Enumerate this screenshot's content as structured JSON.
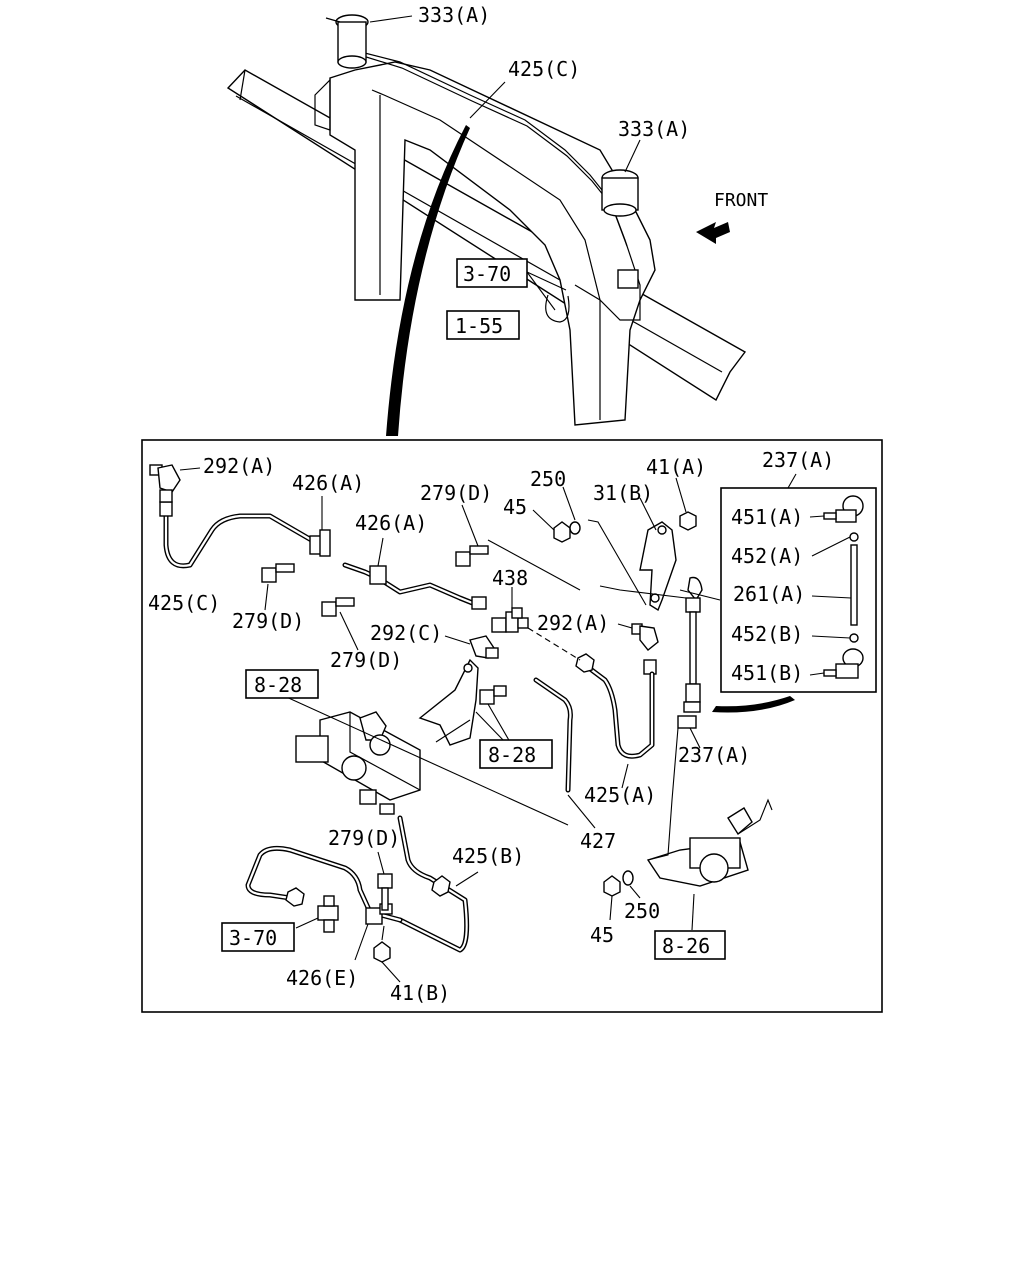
{
  "top_view": {
    "labels": {
      "sensor_top_left": "333(A)",
      "pipe_top": "425(C)",
      "sensor_right": "333(A)",
      "front_text": "FRONT",
      "ref_3_70": "3-70",
      "ref_1_55": "1-55"
    }
  },
  "detail": {
    "labels": {
      "l_292A_top": "292(A)",
      "l_426A_1": "426(A)",
      "l_279D_top": "279(D)",
      "l_250_top": "250",
      "l_41A": "41(A)",
      "l_45_top": "45",
      "l_31B": "31(B)",
      "l_426A_2": "426(A)",
      "l_438": "438",
      "l_425C": "425(C)",
      "l_279D_left": "279(D)",
      "l_279D_mid": "279(D)",
      "l_292C": "292(C)",
      "l_292A_mid": "292(A)",
      "ref_8_28_a": "8-28",
      "ref_8_28_b": "8-28",
      "l_425A": "425(A)",
      "l_427": "427",
      "l_237A_mid": "237(A)",
      "l_279D_low": "279(D)",
      "l_425B": "425(B)",
      "ref_3_70_low": "3-70",
      "l_426E": "426(E)",
      "l_41B": "41(B)",
      "l_45_low": "45",
      "l_250_low": "250",
      "ref_8_26": "8-26"
    },
    "inset": {
      "title": "237(A)",
      "items": [
        "451(A)",
        "452(A)",
        "261(A)",
        "452(B)",
        "451(B)"
      ]
    }
  }
}
